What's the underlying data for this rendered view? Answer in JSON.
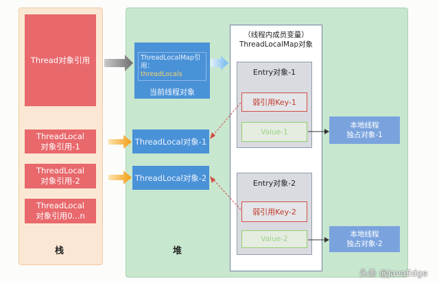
{
  "stack": {
    "label": "栈",
    "thread_ref": "Thread对象引用",
    "threadlocal_refs": [
      [
        "ThreadLocal",
        "对象引用-1"
      ],
      [
        "ThreadLocal",
        "对象引用-2"
      ],
      [
        "ThreadLocal",
        "对象引用0...n"
      ]
    ]
  },
  "heap": {
    "label": "堆",
    "current_thread": {
      "map_ref_line1": "ThreadLocalMap引用：",
      "map_ref_line2": "threadLocals",
      "caption": "当前线程对象"
    },
    "threadlocal_objects": [
      "ThreadLocal对象-1",
      "ThreadLocal对象-2"
    ],
    "map": {
      "title_line1": "（线程内成员变量）",
      "title_line2": "ThreadLocalMap对象",
      "entries": [
        {
          "title": "Entry对象-1",
          "key": "弱引用Key-1",
          "value": "Value-1"
        },
        {
          "title": "Entry对象-2",
          "key": "弱引用Key-2",
          "value": "Value-2"
        }
      ]
    },
    "local_objects": [
      [
        "本地线程",
        "独占对象-1"
      ],
      [
        "本地线程",
        "独占对象-2"
      ]
    ]
  },
  "watermark": "头条 @JavaEdge",
  "colors": {
    "stack_bg": "#fbe8d4",
    "heap_bg": "#c8e7cf",
    "ref_red": "#e8686c",
    "object_blue": "#4a92d8",
    "weak_ref_red": "#d24d45",
    "value_green": "#8fcf6a",
    "arrow_gray": "#8a8a8a",
    "arrow_orange": "#f5a623"
  }
}
